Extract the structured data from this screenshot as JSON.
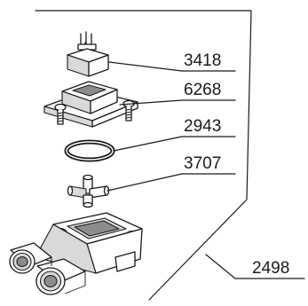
{
  "parts": [
    {
      "number": "3418",
      "icon": "electrical-connector-plug-icon"
    },
    {
      "number": "6268",
      "icon": "mounting-flange-icon"
    },
    {
      "number": "2943",
      "icon": "o-ring-seal-icon"
    },
    {
      "number": "3707",
      "icon": "tee-fitting-icon"
    }
  ],
  "assembly": {
    "number": "2498",
    "icon": "valve-body-housing-icon"
  },
  "colors": {
    "line": "#1a1a1a",
    "fill": "#ffffff",
    "shade": "#d9d9d9"
  }
}
